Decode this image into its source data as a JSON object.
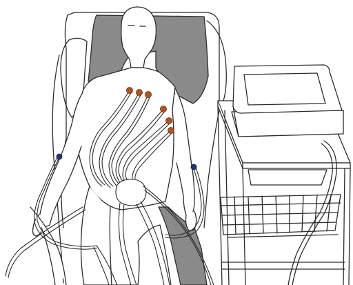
{
  "colors": {
    "background": "#ffffff",
    "outline": "#2b2b2b",
    "pillow_shade": "#8a8a8a",
    "cable_fill": "#ffffff",
    "chest_electrode": "#b5531f",
    "chest_electrode_ring": "#5a2a0c",
    "limb_electrode": "#1f3a6b",
    "limb_electrode_ring": "#0d1b36"
  },
  "electrodes": {
    "chest": [
      "V1",
      "V2",
      "V3",
      "V4",
      "V5",
      "V6"
    ],
    "limb": [
      "RA",
      "LA"
    ]
  },
  "icons": [
    "patient-figure",
    "hospital-bed",
    "ecg-machine",
    "cable-bundle"
  ]
}
